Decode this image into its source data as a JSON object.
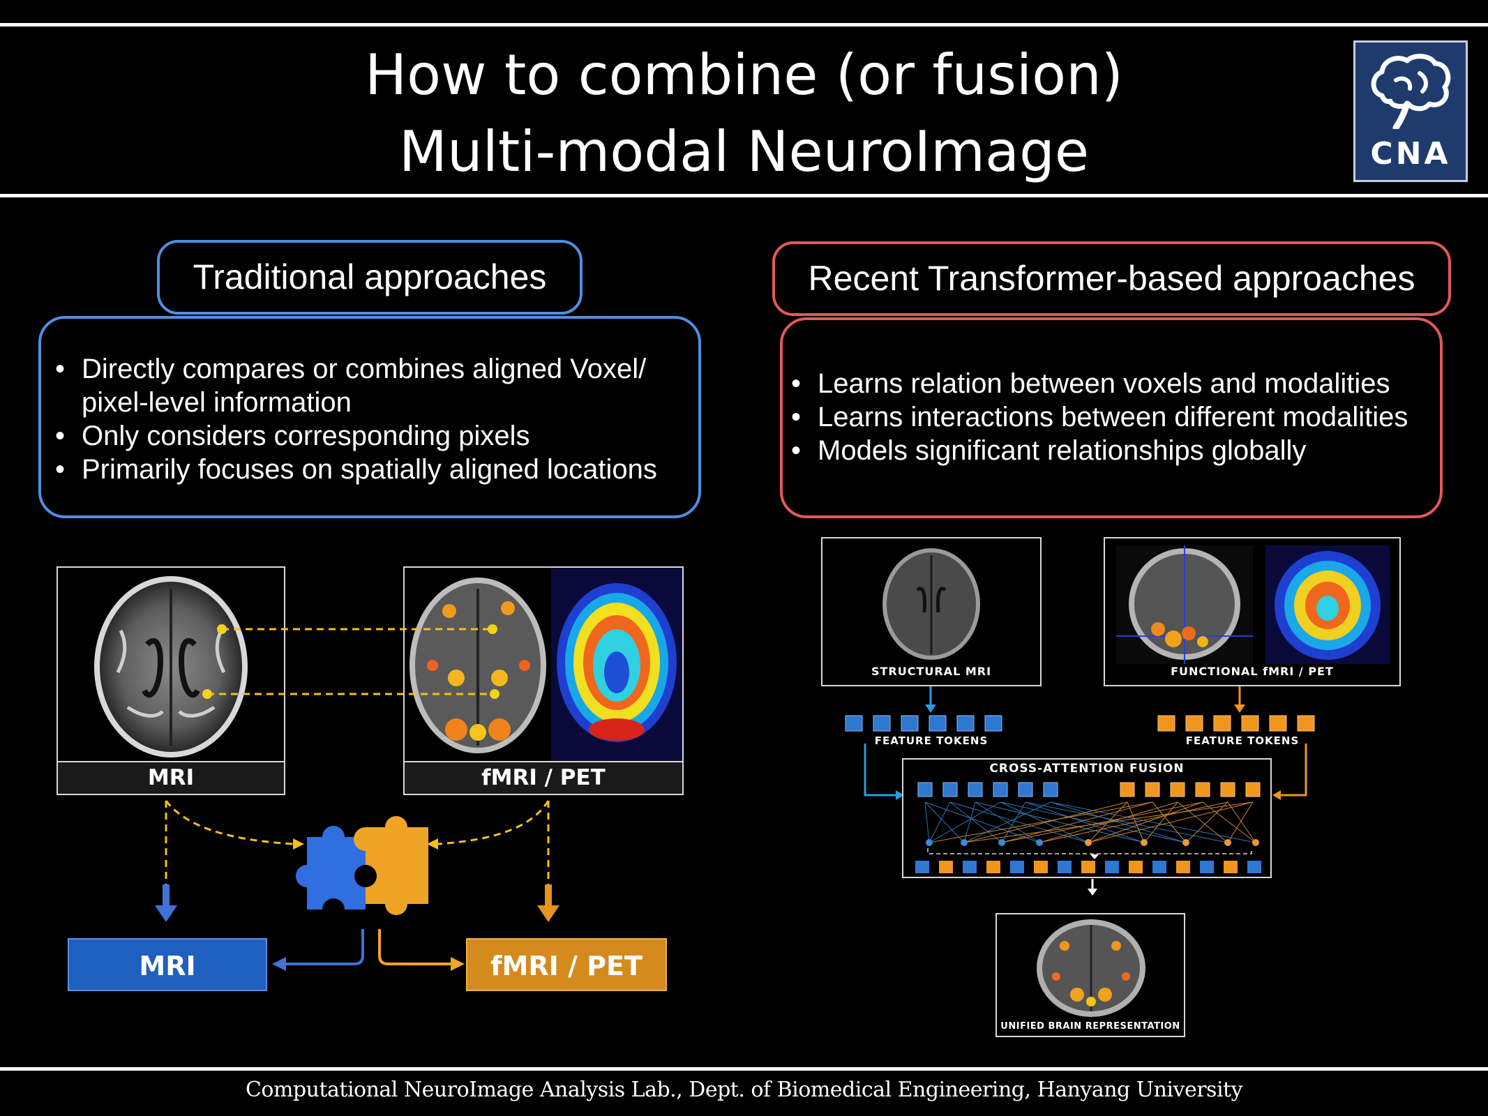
{
  "header": {
    "title_line1": "How to combine (or fusion)",
    "title_line2": "Multi-modal NeuroImage",
    "logo_text": "CNA"
  },
  "left": {
    "heading": "Traditional approaches",
    "bullets": [
      "Directly compares or combines aligned Voxel/ pixel-level information",
      "Only considers corresponding pixels",
      "Primarily focuses on spatially aligned locations"
    ],
    "mri_caption": "MRI",
    "fmri_caption": "fMRI / PET",
    "mri_box_label": "MRI",
    "fmri_box_label": "fMRI / PET"
  },
  "right": {
    "heading": "Recent Transformer-based approaches",
    "bullets": [
      "Learns relation between voxels and modalities",
      "Learns interactions between different modalities",
      "Models significant relationships globally"
    ],
    "structural_caption": "STRUCTURAL MRI",
    "functional_caption": "FUNCTIONAL fMRI / PET",
    "tokens_left": "FEATURE TOKENS",
    "tokens_right": "FEATURE TOKENS",
    "fusion_title": "CROSS-ATTENTION FUSION",
    "unified_caption": "UNIFIED BRAIN REPRESENTATION"
  },
  "colors": {
    "left_accent": "#4f8fe0",
    "right_accent": "#e05a5a",
    "mri_blue": "#1f5fbf",
    "pet_orange": "#e3951f",
    "token_blue": "#2e78d2",
    "token_orange": "#f0961e",
    "dash_yellow": "#f2c21a"
  },
  "footer": {
    "text": "Computational NeuroImage Analysis Lab., Dept. of Biomedical Engineering, Hanyang University"
  }
}
